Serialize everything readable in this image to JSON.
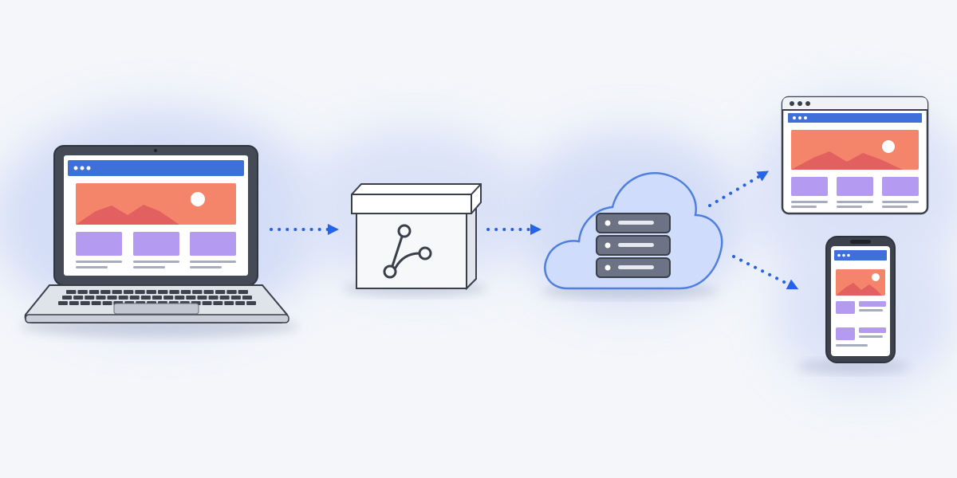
{
  "colors": {
    "background": "#f4f6fa",
    "outline": "#3a3f4a",
    "browser_bar": "#3f6fd8",
    "hero_coral": "#f4846a",
    "hero_mountain": "#e2605f",
    "card_purple": "#b49af0",
    "cloud_fill": "#cfdcfb",
    "cloud_stroke": "#4f7fe0",
    "arrow": "#2563eb",
    "watercolor_wash": "#b9c9f4"
  },
  "nodes": [
    {
      "id": "laptop",
      "icon": "laptop-icon"
    },
    {
      "id": "package",
      "icon": "git-branch-box-icon"
    },
    {
      "id": "cloud-server",
      "icon": "cloud-server-icon"
    },
    {
      "id": "desktop-browser",
      "icon": "browser-window-icon"
    },
    {
      "id": "mobile-phone",
      "icon": "smartphone-icon"
    }
  ],
  "edges": [
    {
      "from": "laptop",
      "to": "package"
    },
    {
      "from": "package",
      "to": "cloud-server"
    },
    {
      "from": "cloud-server",
      "to": "desktop-browser"
    },
    {
      "from": "cloud-server",
      "to": "mobile-phone"
    }
  ]
}
